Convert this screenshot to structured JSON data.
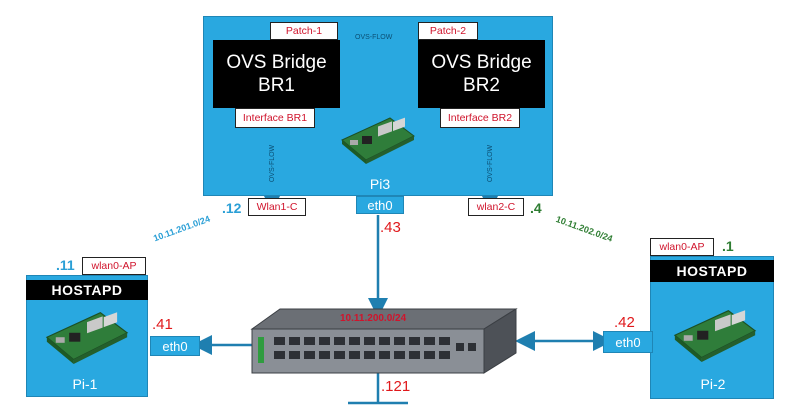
{
  "pi3": {
    "label": "Pi3",
    "patch1": "Patch-1",
    "patch2": "Patch-2",
    "ovs_flow_top": "OVS-FLOW",
    "bridge1_line1": "OVS Bridge",
    "bridge1_line2": "BR1",
    "bridge2_line1": "OVS Bridge",
    "bridge2_line2": "BR2",
    "interface_br1": "Interface BR1",
    "interface_br2": "Interface BR2",
    "ovs_flow_left": "OVS-FLOW",
    "ovs_flow_right": "OVS-FLOW",
    "wlan1c": "Wlan1-C",
    "wlan2c": "wlan2-C",
    "eth0": "eth0",
    "wlan1c_addr": ".12",
    "wlan2c_addr": ".4",
    "eth0_addr": ".43"
  },
  "pi1": {
    "label": "Pi-1",
    "wlan0ap": "wlan0-AP",
    "wlan0ap_addr": ".11",
    "hostapd": "HOSTAPD",
    "eth0": "eth0",
    "eth0_addr": ".41"
  },
  "pi2": {
    "label": "Pi-2",
    "wlan0ap": "wlan0-AP",
    "wlan0ap_addr": ".1",
    "hostapd": "HOSTAPD",
    "eth0": "eth0",
    "eth0_addr": ".42"
  },
  "switch": {
    "subnet": "10.11.200.0/24",
    "uplink_addr": ".121"
  },
  "subnets": {
    "left": "10.11.201.0/24",
    "right": "10.11.202.0/24"
  },
  "colors": {
    "panel": "#29a8e0",
    "blue_text": "#2a9fd6",
    "green_text": "#2e7d32",
    "red_text": "#d0142c"
  }
}
